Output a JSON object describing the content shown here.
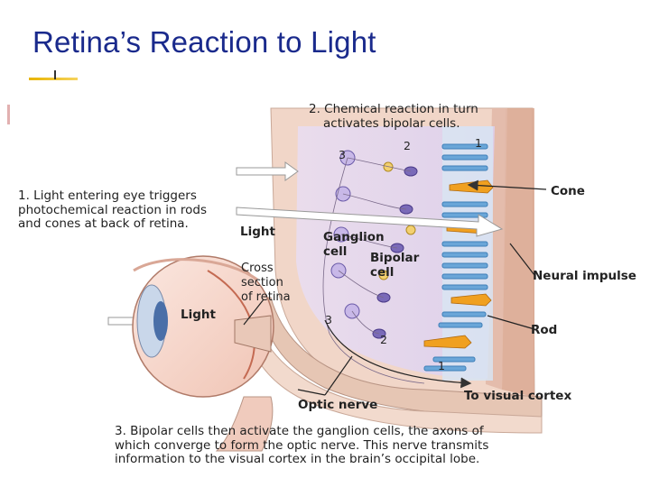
{
  "slide": {
    "title": "Retina’s Reaction to Light"
  },
  "captions": {
    "step1": [
      "1. Light entering eye triggers",
      "photochemical reaction in rods",
      "and cones at back of retina."
    ],
    "step2": [
      "2. Chemical reaction in turn",
      "activates bipolar cells."
    ],
    "step3": [
      "3. Bipolar cells then activate the ganglion cells, the axons of",
      "which converge to form the optic nerve. This nerve transmits",
      "information to the visual cortex in the brain’s occipital lobe."
    ]
  },
  "labels": {
    "light_top": "Light",
    "light_eye": "Light",
    "cross_section": [
      "Cross",
      "section",
      "of retina"
    ],
    "ganglion_cell": [
      "Ganglion",
      "cell"
    ],
    "bipolar_cell": [
      "Bipolar",
      "cell"
    ],
    "cone": "Cone",
    "neural_impulse": "Neural impulse",
    "rod": "Rod",
    "optic_nerve": "Optic nerve",
    "to_visual_cortex": "To visual cortex"
  },
  "step_numbers": {
    "top_3": "3",
    "top_2": "2",
    "top_1": "1",
    "bottom_3": "3",
    "bottom_2": "2",
    "bottom_1": "1"
  },
  "colors": {
    "title": "#1a2a8c",
    "accent_bar": "#e8b400",
    "cone": "#f0a020",
    "rod": "#6aa6d8",
    "bipolar": "#7a6ab8",
    "tissue": "#e6c6b4",
    "sclera": "#f4cfc2"
  }
}
